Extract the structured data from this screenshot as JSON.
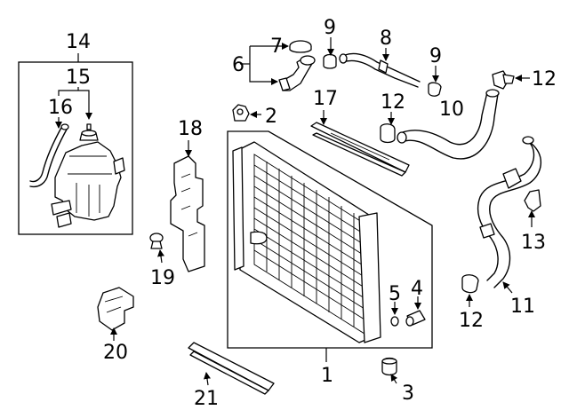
{
  "callouts": {
    "c1": "1",
    "c2": "2",
    "c3": "3",
    "c4": "4",
    "c5": "5",
    "c6": "6",
    "c7": "7",
    "c8": "8",
    "c9a": "9",
    "c9b": "9",
    "c10": "10",
    "c11": "11",
    "c12a": "12",
    "c12b": "12",
    "c12c": "12",
    "c13": "13",
    "c14": "14",
    "c15": "15",
    "c16": "16",
    "c17": "17",
    "c18": "18",
    "c19": "19",
    "c20": "20",
    "c21": "21"
  }
}
